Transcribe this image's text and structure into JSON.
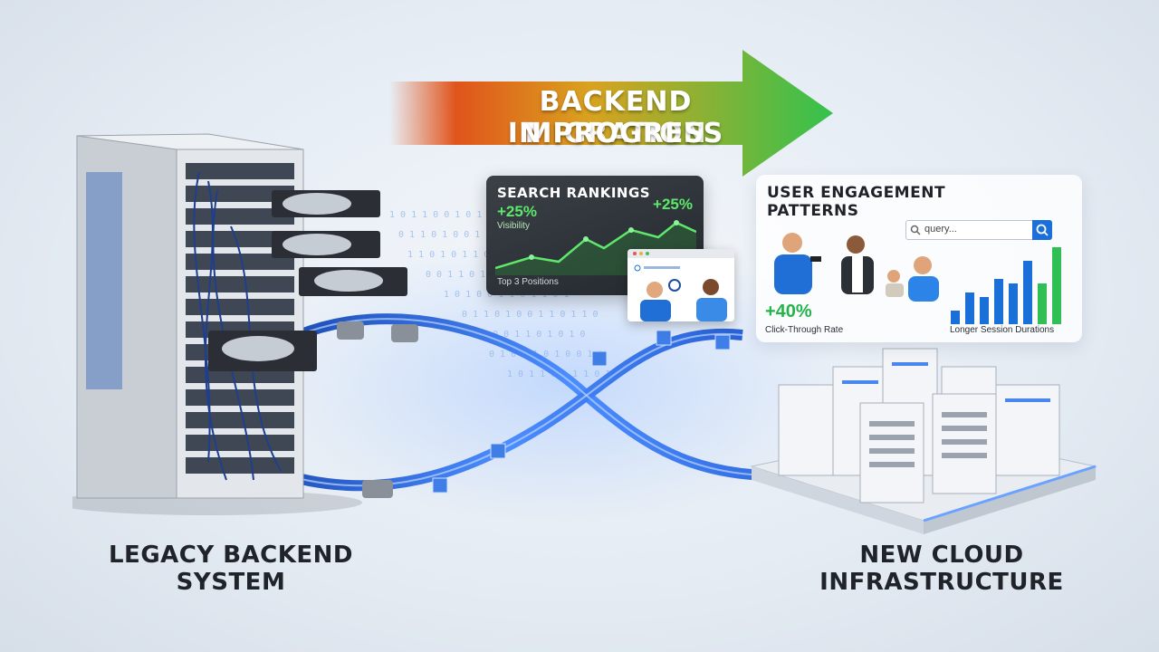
{
  "banner": {
    "line1": "BACKEND MIGRATION",
    "line2": "IN PROGRESS"
  },
  "rankings": {
    "title": "SEARCH RANKINGS",
    "gain_left": "+25%",
    "visibility": "Visibility",
    "gain_right": "+25%",
    "footer": "Top 3 Positions"
  },
  "engagement": {
    "title_line1": "USER ENGAGEMENT",
    "title_line2": "PATTERNS",
    "search_placeholder": "query...",
    "ctr_value": "+40%",
    "ctr_label": "Click-Through Rate",
    "session_label": "Longer Session Durations"
  },
  "labels": {
    "legacy_line1": "LEGACY BACKEND",
    "legacy_line2": "SYSTEM",
    "cloud_line1": "NEW CLOUD",
    "cloud_line2": "INFRASTRUCTURE"
  },
  "colors": {
    "arrow_left": "#e0541c",
    "arrow_right": "#33c24d",
    "cable": "#2a62d6",
    "accent_blue": "#1a6fd8",
    "chart_green": "#5ee86b"
  }
}
